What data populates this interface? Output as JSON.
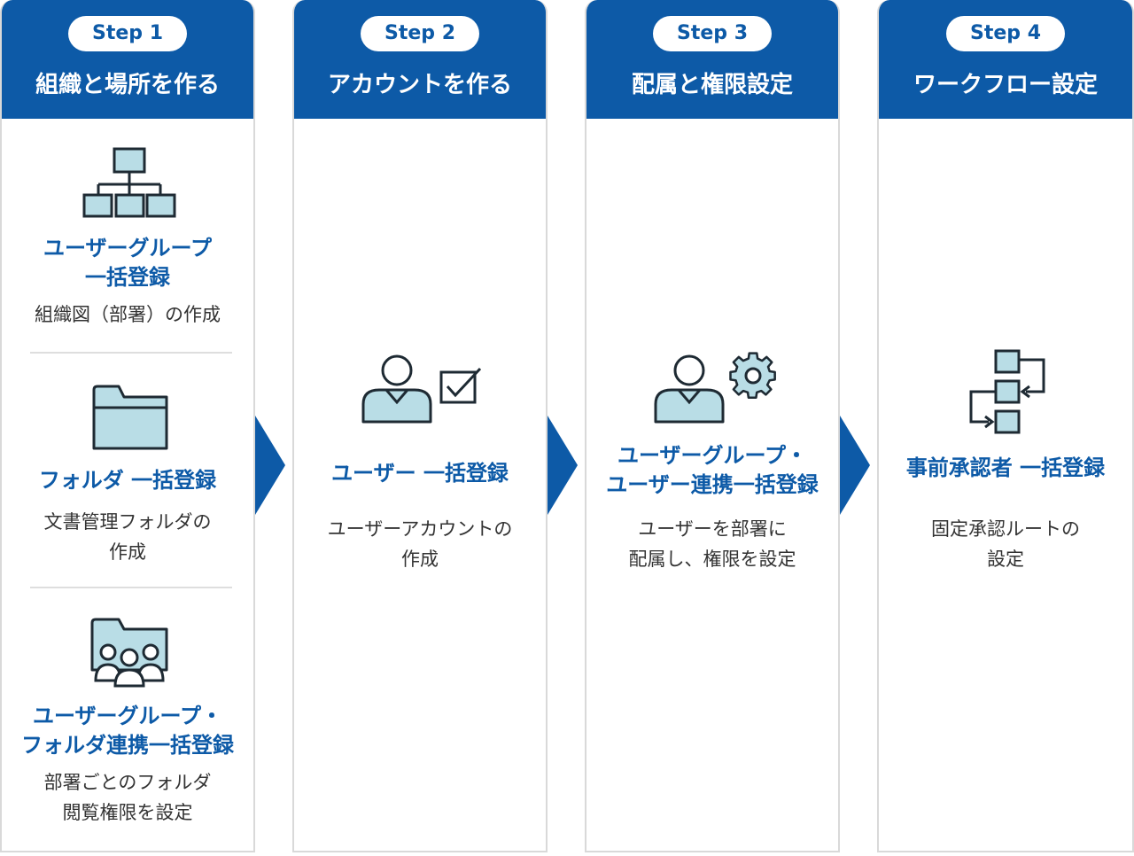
{
  "colors": {
    "accent": "#0d5aa7",
    "icon_fill": "#b9dde6",
    "icon_stroke": "#1e2a33"
  },
  "steps": [
    {
      "badge": "Step 1",
      "title": "組織と場所を作る",
      "blocks": [
        {
          "icon": "org-chart-icon",
          "title_lines": [
            "ユーザーグループ",
            "一括登録"
          ],
          "desc_lines": [
            "組織図（部署）の作成"
          ]
        },
        {
          "icon": "folder-icon",
          "title_lines": [
            "フォルダ 一括登録"
          ],
          "desc_lines": [
            "文書管理フォルダの",
            "作成"
          ]
        },
        {
          "icon": "folder-users-icon",
          "title_lines": [
            "ユーザーグループ・",
            "フォルダ連携一括登録"
          ],
          "desc_lines": [
            "部署ごとのフォルダ",
            "閲覧権限を設定"
          ]
        }
      ]
    },
    {
      "badge": "Step 2",
      "title": "アカウントを作る",
      "blocks": [
        {
          "icon": "user-check-icon",
          "title_lines": [
            "ユーザー 一括登録"
          ],
          "desc_lines": [
            "ユーザーアカウントの",
            "作成"
          ]
        }
      ]
    },
    {
      "badge": "Step 3",
      "title": "配属と権限設定",
      "blocks": [
        {
          "icon": "user-gear-icon",
          "title_lines": [
            "ユーザーグループ・",
            "ユーザー連携一括登録"
          ],
          "desc_lines": [
            "ユーザーを部署に",
            "配属し、権限を設定"
          ]
        }
      ]
    },
    {
      "badge": "Step 4",
      "title": "ワークフロー設定",
      "blocks": [
        {
          "icon": "workflow-icon",
          "title_lines": [
            "事前承認者 一括登録"
          ],
          "desc_lines": [
            "固定承認ルートの",
            "設定"
          ]
        }
      ]
    }
  ]
}
